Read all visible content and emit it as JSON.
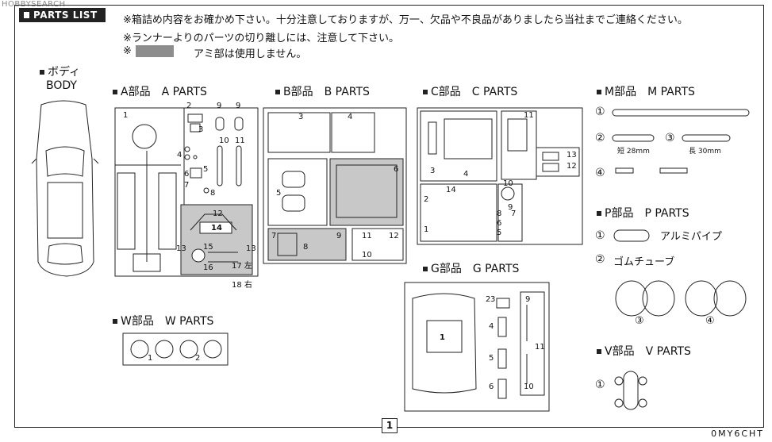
{
  "watermark": "HOBBYSEARCH",
  "header": {
    "tag": "PARTS LIST"
  },
  "notes": [
    "※箱詰め内容をお確かめ下さい。十分注意しておりますが、万一、欠品や不良品がありましたら当社までご連絡ください。",
    "※ランナーよりのパーツの切り離しには、注意して下さい。",
    "※",
    "アミ部は使用しません。"
  ],
  "sections": {
    "body": {
      "title": "ボディ",
      "subtitle": "BODY"
    },
    "a": {
      "title": "A部品　A PARTS"
    },
    "b": {
      "title": "B部品　B PARTS"
    },
    "c": {
      "title": "C部品　C PARTS"
    },
    "m": {
      "title": "M部品　M PARTS",
      "short_label": "短 28mm",
      "long_label": "長 30mm"
    },
    "p": {
      "title": "P部品　P PARTS",
      "item1": "アルミパイプ",
      "item2": "ゴムチューブ"
    },
    "w": {
      "title": "W部品　W PARTS"
    },
    "g": {
      "title": "G部品　G PARTS"
    },
    "v": {
      "title": "V部品　V PARTS"
    }
  },
  "circled": [
    "①",
    "②",
    "③",
    "④"
  ],
  "a_numbers": [
    "1",
    "2",
    "9",
    "9",
    "3",
    "4",
    "5",
    "6",
    "7",
    "8",
    "10",
    "11",
    "12",
    "14",
    "13",
    "15",
    "16",
    "13",
    "17 左",
    "18 右"
  ],
  "b_numbers": [
    "3",
    "4",
    "5",
    "6",
    "7",
    "8",
    "9",
    "11",
    "10",
    "12"
  ],
  "c_numbers": [
    "11",
    "3",
    "4",
    "13",
    "12",
    "2",
    "14",
    "1",
    "10",
    "9",
    "8",
    "7",
    "6",
    "5"
  ],
  "g_numbers": [
    "1",
    "2",
    "3",
    "4",
    "5",
    "6",
    "9",
    "11",
    "10"
  ],
  "w_numbers": [
    "1",
    "2"
  ],
  "footer": {
    "page": "1",
    "code": "0MY6CHT"
  }
}
